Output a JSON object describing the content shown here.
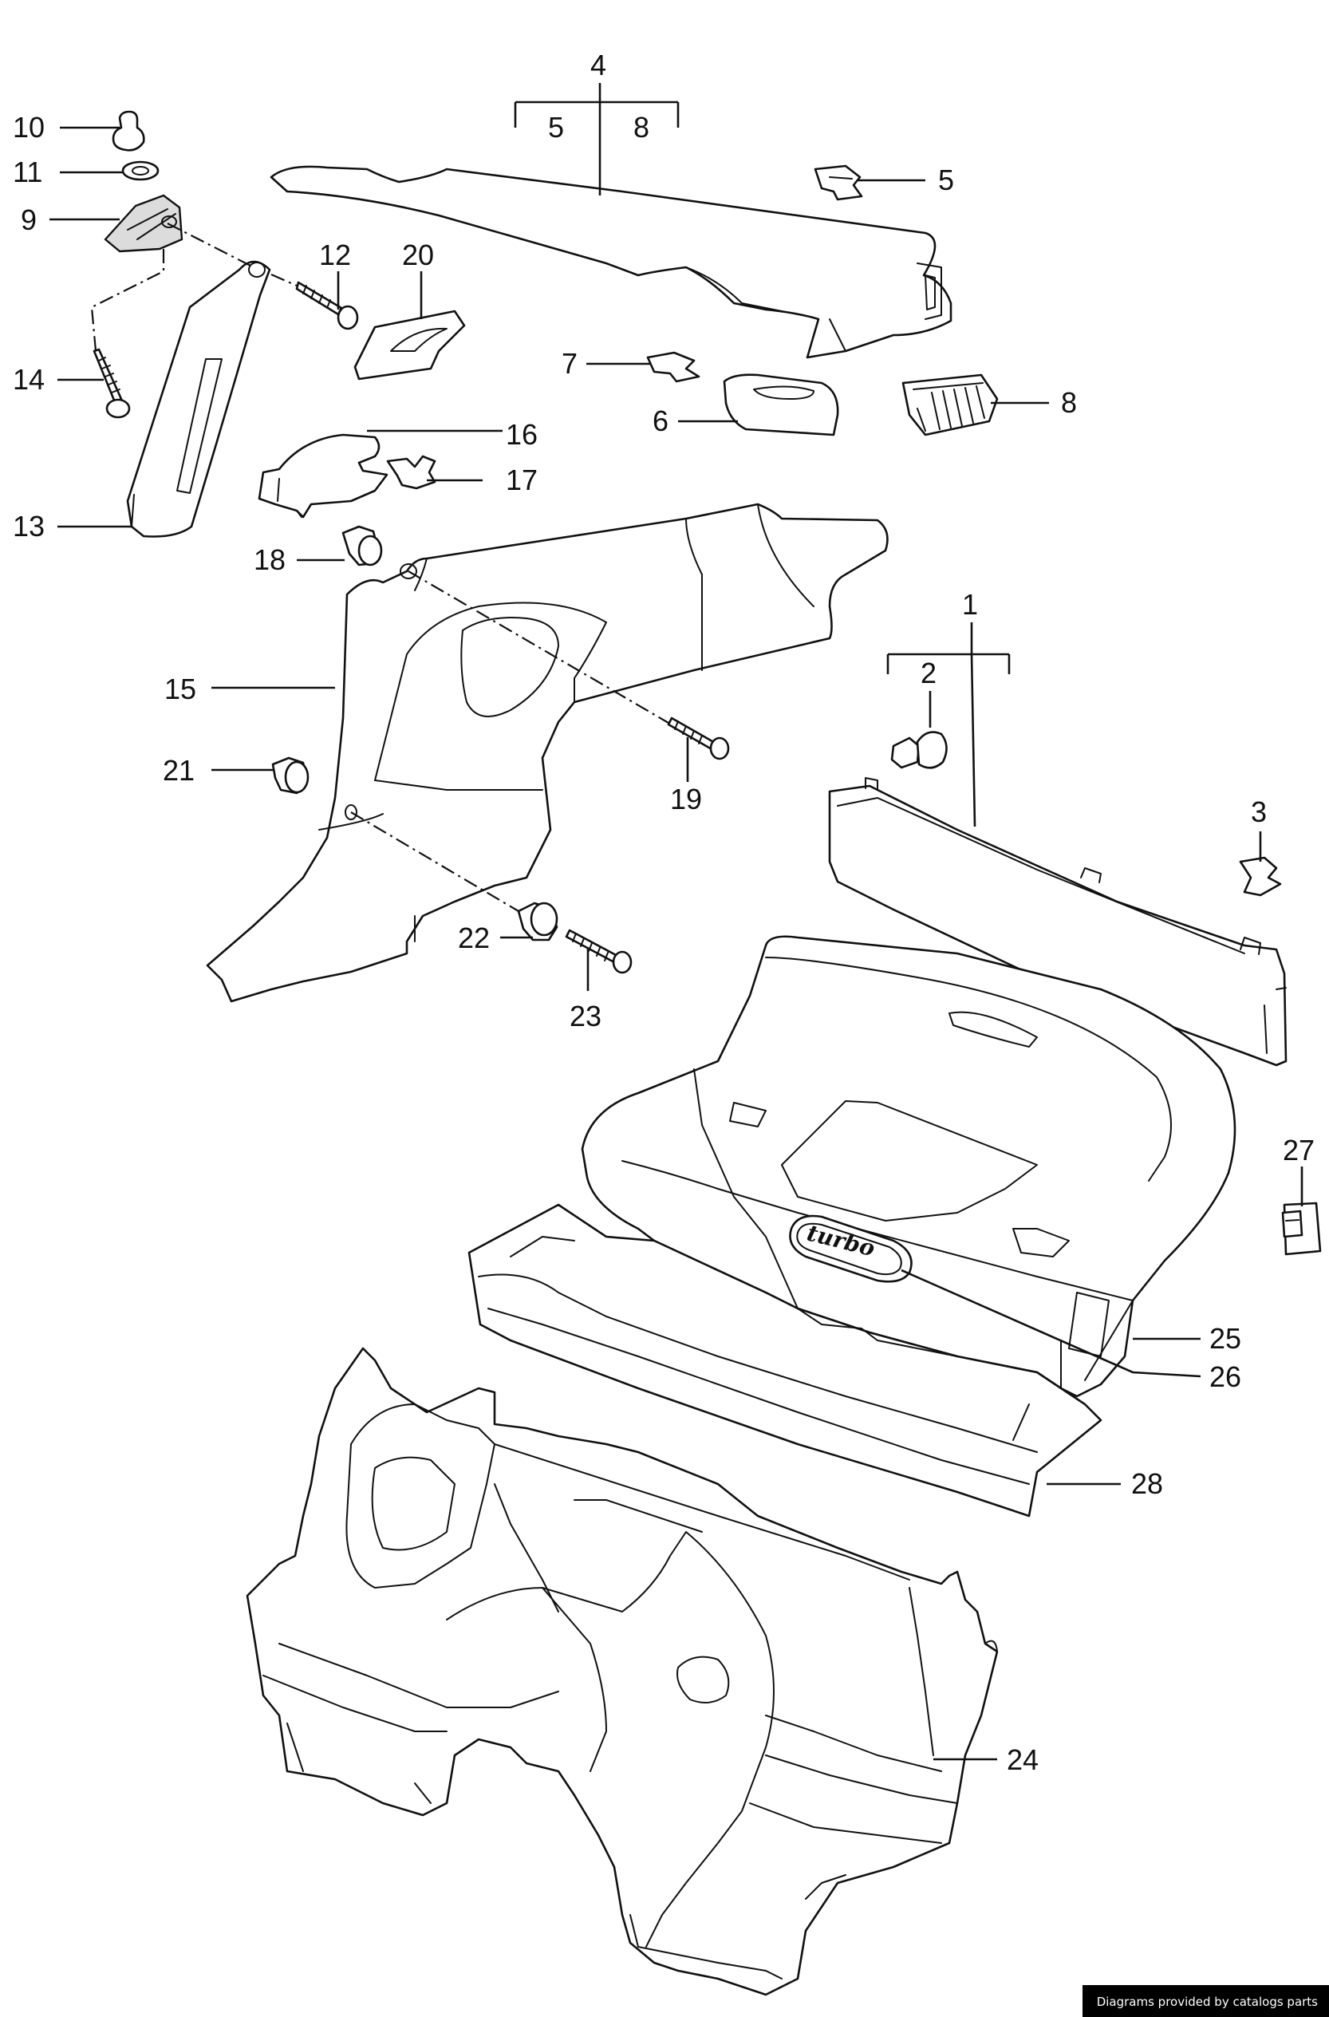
{
  "callouts": {
    "c1": "1",
    "c2": "2",
    "c3": "3",
    "c4": "4",
    "c4a": "5",
    "c4b": "8",
    "c5": "5",
    "c6": "6",
    "c7": "7",
    "c8": "8",
    "c9": "9",
    "c10": "10",
    "c11": "11",
    "c12": "12",
    "c13": "13",
    "c14": "14",
    "c15": "15",
    "c16": "16",
    "c17": "17",
    "c18": "18",
    "c19": "19",
    "c20": "20",
    "c21": "21",
    "c22": "22",
    "c23": "23",
    "c24": "24",
    "c25": "25",
    "c26": "26",
    "c27": "27",
    "c28": "28"
  },
  "emblem_text": "turbo",
  "footer": {
    "text": "Diagrams provided by catalogs parts"
  }
}
